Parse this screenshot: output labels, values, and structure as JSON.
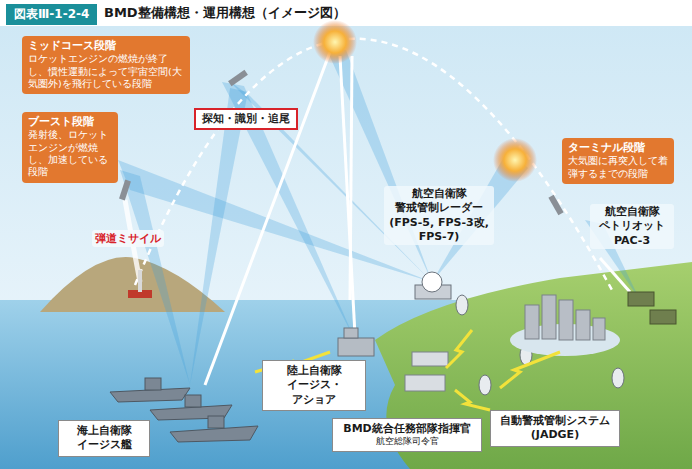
{
  "diagram": {
    "title": "BMD整備構想・運用構想（イメージ図）",
    "nodes": [
      {
        "text": [
          "ミッドコース段階",
          "ロケットエンジンの燃焼が終了し、慣性運動によって宇宙空間(大気圏外)を飛行している段階"
        ]
      },
      {
        "text": [
          "探知・識別・追尾"
        ]
      },
      {
        "text": [
          "ブースト段階",
          "発射後、ロケットエンジンが燃焼し、加速している段階"
        ]
      },
      {
        "text": [
          "ターミナル段階",
          "大気圏に再突入して着弾するまでの段階"
        ]
      },
      {
        "text": [
          "陸上自衛隊 イージス・アショア"
        ]
      },
      {
        "text": [
          "BMD統合任務部隊指揮官",
          "航空総隊司令官"
        ]
      },
      {
        "text": [
          "自動警戒管制システム (JADGE)"
        ]
      },
      {
        "text": [
          "海上自衛隊 イージス艦"
        ]
      }
    ],
    "labels": [
      "図表Ⅲ-1-2-4",
      "弾道ミサイル",
      "航空自衛隊 警戒管制レーダー (FPS-5, FPS-3改, FPS-7)",
      "航空自衛隊 ペトリオット PAC-3"
    ]
  }
}
